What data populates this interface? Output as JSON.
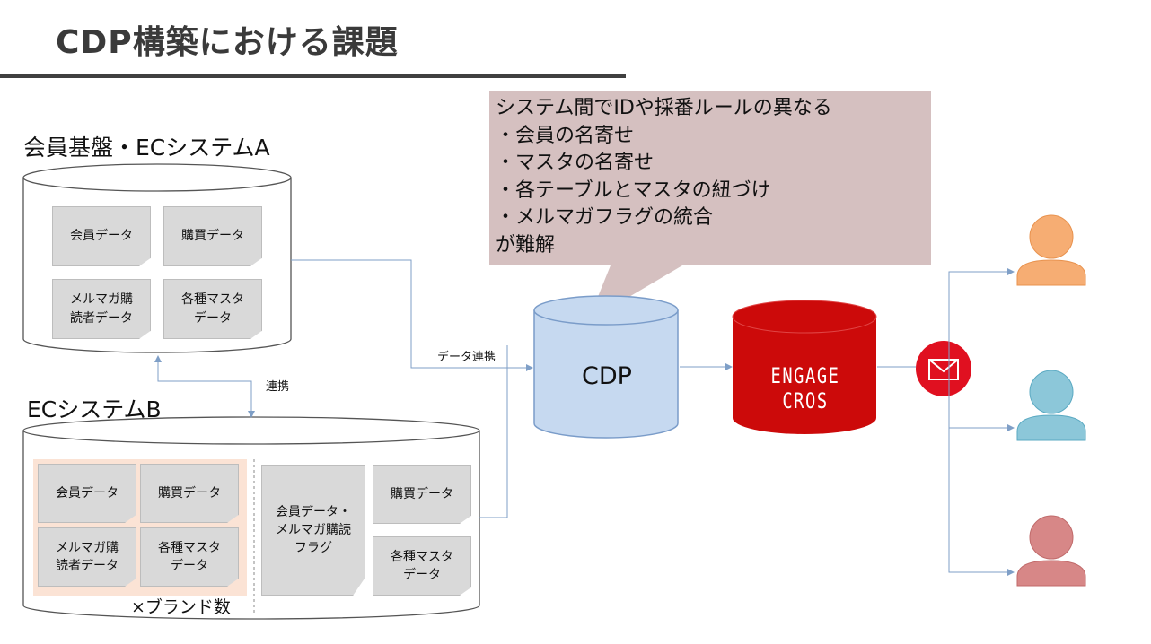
{
  "title": "CDP構築における課題",
  "system_a": {
    "label": "会員基盤・ECシステムA",
    "cards": [
      "会員データ",
      "購買データ",
      "メルマガ購\n読者データ",
      "各種マスタ\nデータ"
    ]
  },
  "system_b": {
    "label": "ECシステムB",
    "brand_cards": [
      "会員データ",
      "購買データ",
      "メルマガ購\n読者データ",
      "各種マスタ\nデータ"
    ],
    "brand_count_label": "×ブランド数",
    "shared_cards": [
      "会員データ・\nメルマガ購読\nフラグ",
      "購買データ",
      "各種マスタ\nデータ"
    ]
  },
  "link_label": "連携",
  "data_link_label": "データ連携",
  "callout": {
    "text": "システム間でIDや採番ルールの異なる\n・会員の名寄せ\n・マスタの名寄せ\n・各テーブルとマスタの紐づけ\n・メルマガフラグの統合\nが難解"
  },
  "cdp": {
    "label": "CDP"
  },
  "engage": {
    "label": "ENGAGE CROS"
  },
  "icons": {
    "mail": "envelope-icon",
    "users": [
      "user-icon",
      "user-icon",
      "user-icon"
    ]
  },
  "colors": {
    "callout_bg": "#d5c0c0",
    "cdp_fill": "#c6d9f0",
    "cdp_stroke": "#7a9cc9",
    "engage_red": "#cc0a0a",
    "brand_bg": "#fbe3d5",
    "user_orange": "#f6ad73",
    "user_blue": "#8cc7d9",
    "user_red": "#d78787",
    "connector": "#7f9fc7"
  }
}
